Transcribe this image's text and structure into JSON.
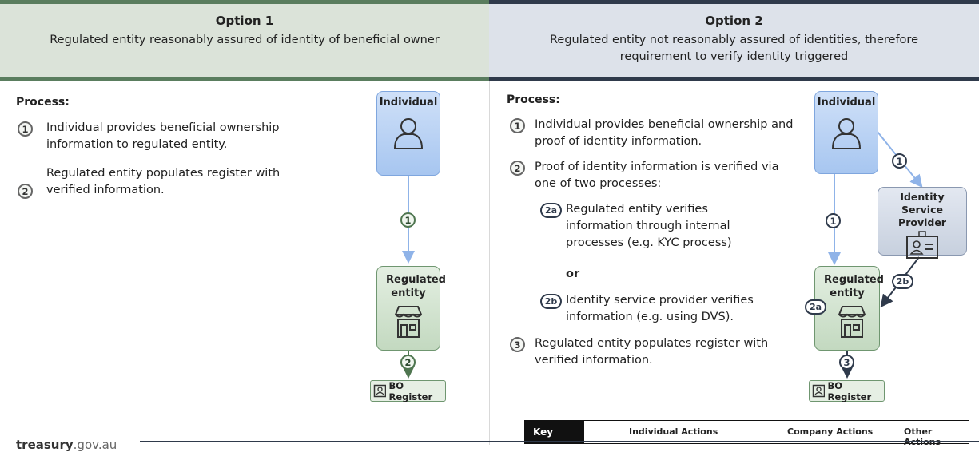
{
  "option1": {
    "title": "Option 1",
    "subtitle": "Regulated entity reasonably assured of identity of beneficial owner",
    "process_title": "Process:",
    "steps": [
      {
        "num": "1",
        "text": "Individual provides beneficial ownership information to regulated entity."
      },
      {
        "num": "2",
        "text": "Regulated entity populates register with verified information."
      }
    ],
    "diagram": {
      "individual": "Individual",
      "regulated": "Regulated entity",
      "register": "BO Register",
      "arrow1": "1",
      "arrow2": "2"
    }
  },
  "option2": {
    "title": "Option 2",
    "subtitle": "Regulated entity not reasonably assured of identities, therefore requirement to verify identity triggered",
    "process_title": "Process:",
    "step1": {
      "num": "1",
      "text": "Individual provides beneficial ownership and proof of identity information."
    },
    "step2": {
      "num": "2",
      "text": "Proof of identity information is verified via one of two processes:"
    },
    "step2a": {
      "num": "2a",
      "text": "Regulated entity verifies information through internal processes (e.g. KYC process)"
    },
    "or": "or",
    "step2b": {
      "num": "2b",
      "text": "Identity service provider verifies information (e.g. using DVS)."
    },
    "step3": {
      "num": "3",
      "text": "Regulated entity populates register with verified information."
    },
    "diagram": {
      "individual": "Individual",
      "isp": "Identity Service Provider",
      "regulated": "Regulated entity",
      "register": "BO Register",
      "arrow1a": "1",
      "arrow1b": "1",
      "arrow2a": "2a",
      "arrow2b": "2b",
      "arrow3": "3"
    }
  },
  "key": {
    "label": "Key",
    "items": [
      "Individual Actions",
      "Company Actions",
      "Other Actions"
    ],
    "colors": {
      "individual": "#8fb3e8",
      "company": "#4f7650",
      "other": "#2f3a4b"
    }
  },
  "footer": {
    "logo_bold": "treasury",
    "logo_rest": ".gov.au"
  }
}
